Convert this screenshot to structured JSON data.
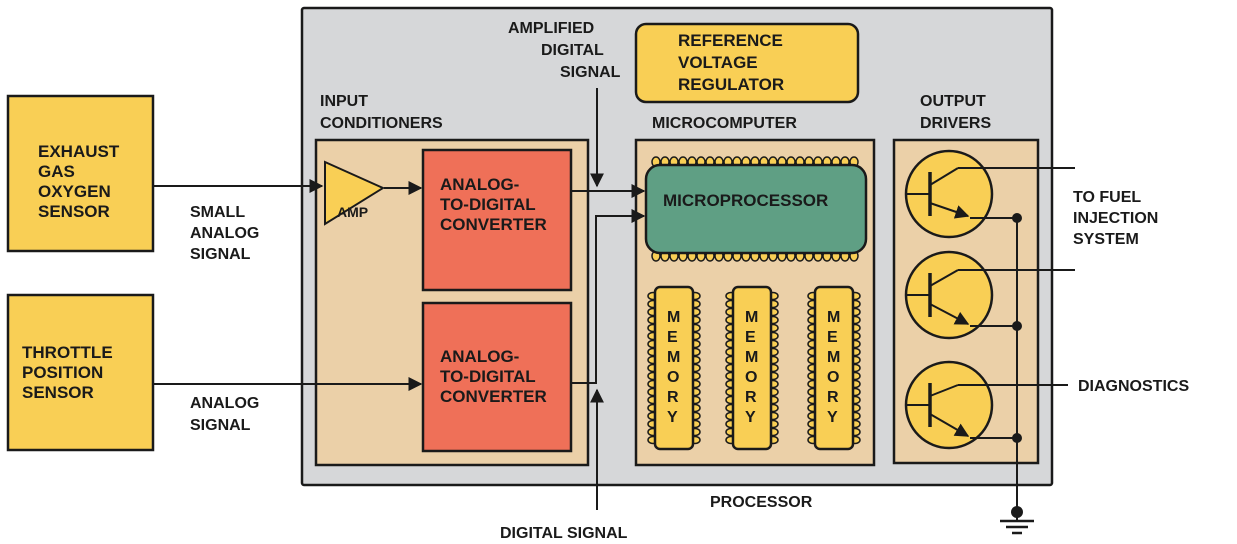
{
  "colors": {
    "sensor_fill": "#f9cf55",
    "processor_fill": "#d6d7d9",
    "panel_fill": "#ebd0a8",
    "converter_fill": "#ef7058",
    "microprocessor_fill": "#5f9f84",
    "transistor_fill": "#f9cf55",
    "outline": "#1a1a1a"
  },
  "sensors": {
    "exhaust": [
      "EXHAUST",
      "GAS",
      "OXYGEN",
      "SENSOR"
    ],
    "throttle": [
      "THROTTLE",
      "POSITION",
      "SENSOR"
    ]
  },
  "signals": {
    "small_analog": [
      "SMALL",
      "ANALOG",
      "SIGNAL"
    ],
    "analog": [
      "ANALOG",
      "SIGNAL"
    ],
    "amplified_digital": [
      "AMPLIFIED",
      "DIGITAL",
      "SIGNAL"
    ],
    "digital": "DIGITAL SIGNAL"
  },
  "sections": {
    "input_conditioners": [
      "INPUT",
      "CONDITIONERS"
    ],
    "microcomputer": "MICROCOMPUTER",
    "output_drivers": [
      "OUTPUT",
      "DRIVERS"
    ],
    "processor": "PROCESSOR"
  },
  "components": {
    "amp": "AMP",
    "converter": [
      "ANALOG-",
      "TO-DIGITAL",
      "CONVERTER"
    ],
    "reference": [
      "REFERENCE",
      "VOLTAGE",
      "REGULATOR"
    ],
    "microprocessor": "MICROPROCESSOR",
    "memory": [
      "M",
      "E",
      "M",
      "O",
      "R",
      "Y"
    ]
  },
  "outputs": {
    "fuel_injection": [
      "TO FUEL",
      "INJECTION",
      "SYSTEM"
    ],
    "diagnostics": "DIAGNOSTICS"
  }
}
